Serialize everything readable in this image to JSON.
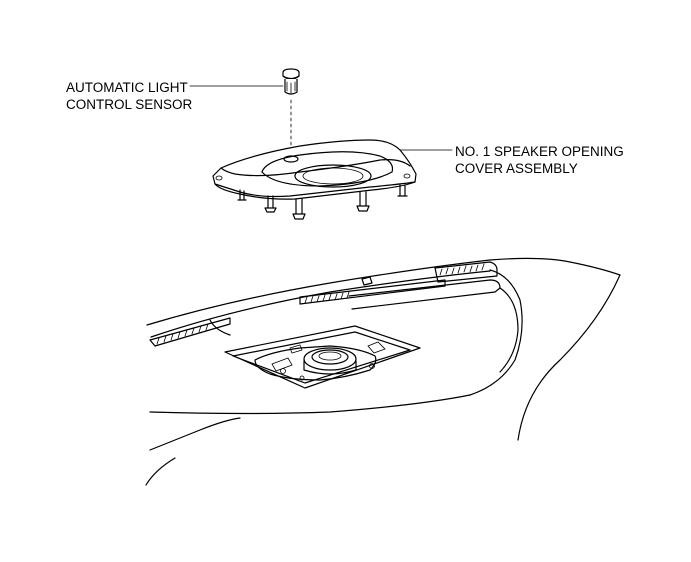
{
  "callouts": {
    "sensor": {
      "line1": "AUTOMATIC LIGHT",
      "line2": "CONTROL SENSOR"
    },
    "cover": {
      "line1": "NO. 1 SPEAKER OPENING",
      "line2": "COVER ASSEMBLY"
    }
  },
  "colors": {
    "ink": "#000000",
    "paper": "#ffffff"
  }
}
